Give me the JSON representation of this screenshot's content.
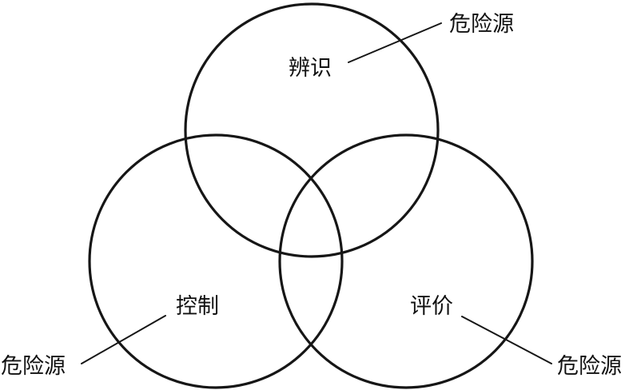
{
  "diagram": {
    "circles": [
      {
        "key": "identify",
        "label": "辨识"
      },
      {
        "key": "control",
        "label": "控制"
      },
      {
        "key": "evaluate",
        "label": "评价"
      }
    ],
    "callouts": [
      {
        "key": "top-right",
        "label": "危险源"
      },
      {
        "key": "bottom-left",
        "label": "危险源"
      },
      {
        "key": "bottom-right",
        "label": "危险源"
      }
    ]
  },
  "colors": {
    "stroke": "#161616",
    "text": "#111111",
    "background": "#ffffff"
  }
}
